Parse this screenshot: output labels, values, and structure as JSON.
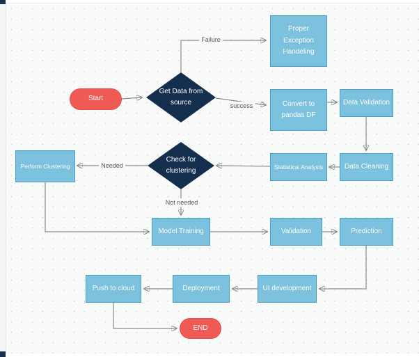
{
  "app": {
    "type": "flowchart-canvas"
  },
  "palette": {
    "process_fill": "#7cc1dd",
    "process_border": "#4f9dbe",
    "decision_fill": "#142e4d",
    "terminal_fill": "#f05a55",
    "edge_color": "#8a8a8a",
    "edge_label_color": "#565656",
    "node_text_color": "#ffffff",
    "canvas_background": "#f9fafa"
  },
  "nodes": [
    {
      "id": "start",
      "type": "terminal",
      "label": "Start"
    },
    {
      "id": "get-data-from-source",
      "type": "decision",
      "label": "Get Data from source"
    },
    {
      "id": "proper-exception-handeling",
      "type": "process",
      "label": "Proper Exception Handeling"
    },
    {
      "id": "convert-to-pandas-df",
      "type": "process",
      "label": "Convert to pandas DF"
    },
    {
      "id": "data-validation",
      "type": "process",
      "label": "Data Validation"
    },
    {
      "id": "data-cleaning",
      "type": "process",
      "label": "Data Cleaning"
    },
    {
      "id": "statistical-analysis",
      "type": "process",
      "label": "Statistical Analysis"
    },
    {
      "id": "check-for-clustering",
      "type": "decision",
      "label": "Check for clustering"
    },
    {
      "id": "perform-clustering",
      "type": "process",
      "label": "Perform Clustering"
    },
    {
      "id": "model-training",
      "type": "process",
      "label": "Model Training"
    },
    {
      "id": "validation",
      "type": "process",
      "label": "Validation"
    },
    {
      "id": "prediction",
      "type": "process",
      "label": "Prediction"
    },
    {
      "id": "ui-development",
      "type": "process",
      "label": "UI development"
    },
    {
      "id": "deployment",
      "type": "process",
      "label": "Deployment"
    },
    {
      "id": "push-to-cloud",
      "type": "process",
      "label": "Push to cloud"
    },
    {
      "id": "end",
      "type": "terminal",
      "label": "END"
    }
  ],
  "edges": [
    {
      "from": "start",
      "to": "get-data-from-source",
      "label": ""
    },
    {
      "from": "get-data-from-source",
      "to": "proper-exception-handeling",
      "label": "Failure"
    },
    {
      "from": "get-data-from-source",
      "to": "convert-to-pandas-df",
      "label": "success"
    },
    {
      "from": "convert-to-pandas-df",
      "to": "data-validation",
      "label": ""
    },
    {
      "from": "data-validation",
      "to": "data-cleaning",
      "label": ""
    },
    {
      "from": "data-cleaning",
      "to": "statistical-analysis",
      "label": ""
    },
    {
      "from": "statistical-analysis",
      "to": "check-for-clustering",
      "label": ""
    },
    {
      "from": "check-for-clustering",
      "to": "perform-clustering",
      "label": "Needed"
    },
    {
      "from": "check-for-clustering",
      "to": "model-training",
      "label": "Not needed"
    },
    {
      "from": "perform-clustering",
      "to": "model-training",
      "label": ""
    },
    {
      "from": "model-training",
      "to": "validation",
      "label": ""
    },
    {
      "from": "validation",
      "to": "prediction",
      "label": ""
    },
    {
      "from": "prediction",
      "to": "ui-development",
      "label": ""
    },
    {
      "from": "ui-development",
      "to": "deployment",
      "label": ""
    },
    {
      "from": "deployment",
      "to": "push-to-cloud",
      "label": ""
    },
    {
      "from": "push-to-cloud",
      "to": "end",
      "label": ""
    }
  ]
}
